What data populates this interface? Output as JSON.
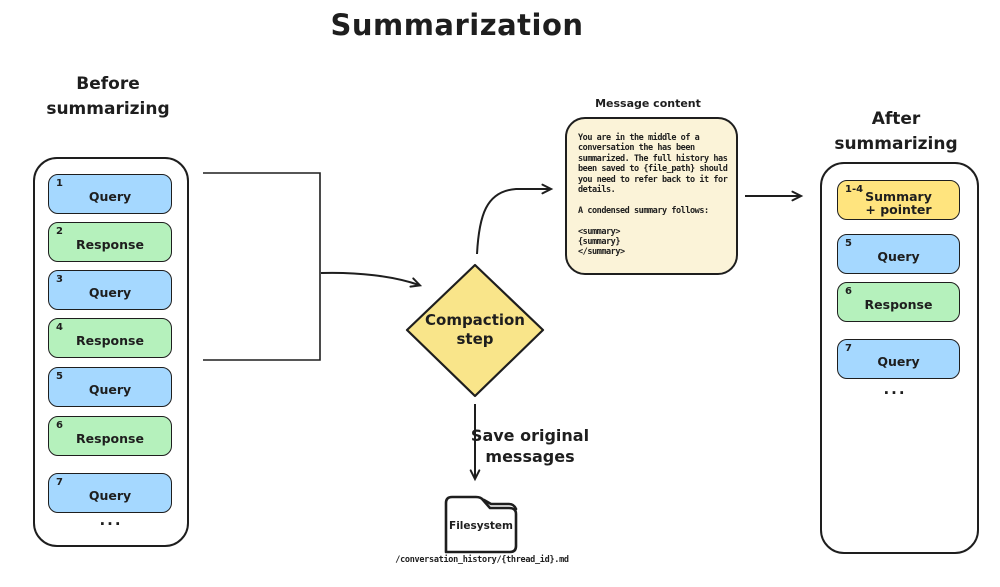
{
  "title": "Summarization",
  "colors": {
    "query_blue": "#a5d8ff",
    "response_green": "#b5f1bc",
    "summary_yellow": "#ffe47e",
    "diamond_yellow": "#f9e58a",
    "note_cream": "#fbf3d8",
    "stroke": "#1e1e1e"
  },
  "before": {
    "heading": [
      "Before",
      "summarizing"
    ],
    "messages": [
      {
        "num": "1",
        "label": "Query",
        "type": "query"
      },
      {
        "num": "2",
        "label": "Response",
        "type": "response"
      },
      {
        "num": "3",
        "label": "Query",
        "type": "query"
      },
      {
        "num": "4",
        "label": "Response",
        "type": "response"
      },
      {
        "num": "5",
        "label": "Query",
        "type": "query"
      },
      {
        "num": "6",
        "label": "Response",
        "type": "response"
      },
      {
        "num": "7",
        "label": "Query",
        "type": "query"
      }
    ],
    "more": "..."
  },
  "compaction": {
    "label": [
      "Compaction",
      "step"
    ]
  },
  "note": {
    "title": "Message content",
    "body": "You are in the middle of a\nconversation the has been\nsummarized. The full history has\nbeen saved to {file_path} should\nyou need to refer back to it for\ndetails.\n\nA condensed summary follows:\n\n<summary>\n{summary}\n</summary>"
  },
  "save_arrow": {
    "label": [
      "Save original",
      "messages"
    ]
  },
  "filesystem": {
    "label": "Filesystem",
    "path": "/conversation_history/{thread_id}.md"
  },
  "after": {
    "heading": [
      "After",
      "summarizing"
    ],
    "messages": [
      {
        "num": "1-4",
        "label": "Summary + pointer",
        "type": "summary"
      },
      {
        "num": "5",
        "label": "Query",
        "type": "query"
      },
      {
        "num": "6",
        "label": "Response",
        "type": "response"
      },
      {
        "num": "7",
        "label": "Query",
        "type": "query"
      }
    ],
    "more": "..."
  }
}
